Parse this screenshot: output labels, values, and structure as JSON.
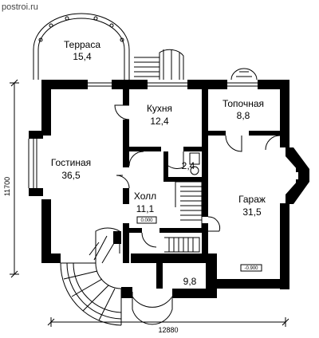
{
  "watermark": "postroi.ru",
  "rooms": [
    {
      "name": "Терраса",
      "area": "15,4"
    },
    {
      "name": "Кухня",
      "area": "12,4"
    },
    {
      "name": "Топочная",
      "area": "8,8"
    },
    {
      "name": "Гостиная",
      "area": "36,5"
    },
    {
      "name": "",
      "area": "2,4"
    },
    {
      "name": "Холл",
      "area": "11,1"
    },
    {
      "name": "Гараж",
      "area": "31,5"
    },
    {
      "name": "",
      "area": "9,8"
    }
  ],
  "levels": {
    "hall": "0.000",
    "garage": "-0.900"
  },
  "dimensions": {
    "width": "12880",
    "height": "11700"
  },
  "colors": {
    "wall": "#000000",
    "line": "#000000",
    "background": "#ffffff"
  }
}
